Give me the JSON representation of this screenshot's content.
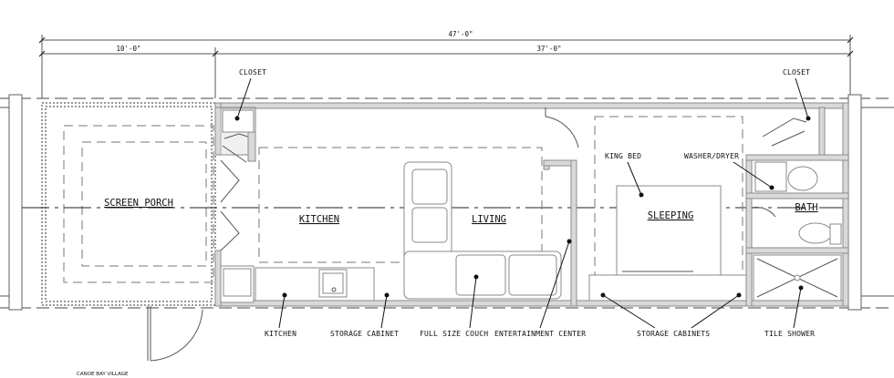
{
  "dimensions": {
    "overall": "47'-0\"",
    "porch": "10'-0\"",
    "main": "37'-0\""
  },
  "rooms": {
    "screen_porch": "SCREEN PORCH",
    "kitchen": "KITCHEN",
    "living": "LIVING",
    "sleeping": "SLEEPING",
    "bath": "BATH"
  },
  "callouts": {
    "closet_left": "CLOSET",
    "closet_right": "CLOSET",
    "king_bed": "KING BED",
    "washer_dryer": "WASHER/DRYER",
    "kitchen": "KITCHEN",
    "storage_cabinet": "STORAGE CABINET",
    "full_size_couch": "FULL SIZE COUCH",
    "entertainment_center": "ENTERTAINMENT CENTER",
    "storage_cabinets": "STORAGE CABINETS",
    "tile_shower": "TILE SHOWER"
  },
  "credit": "CANOE BAY VILLAGE"
}
